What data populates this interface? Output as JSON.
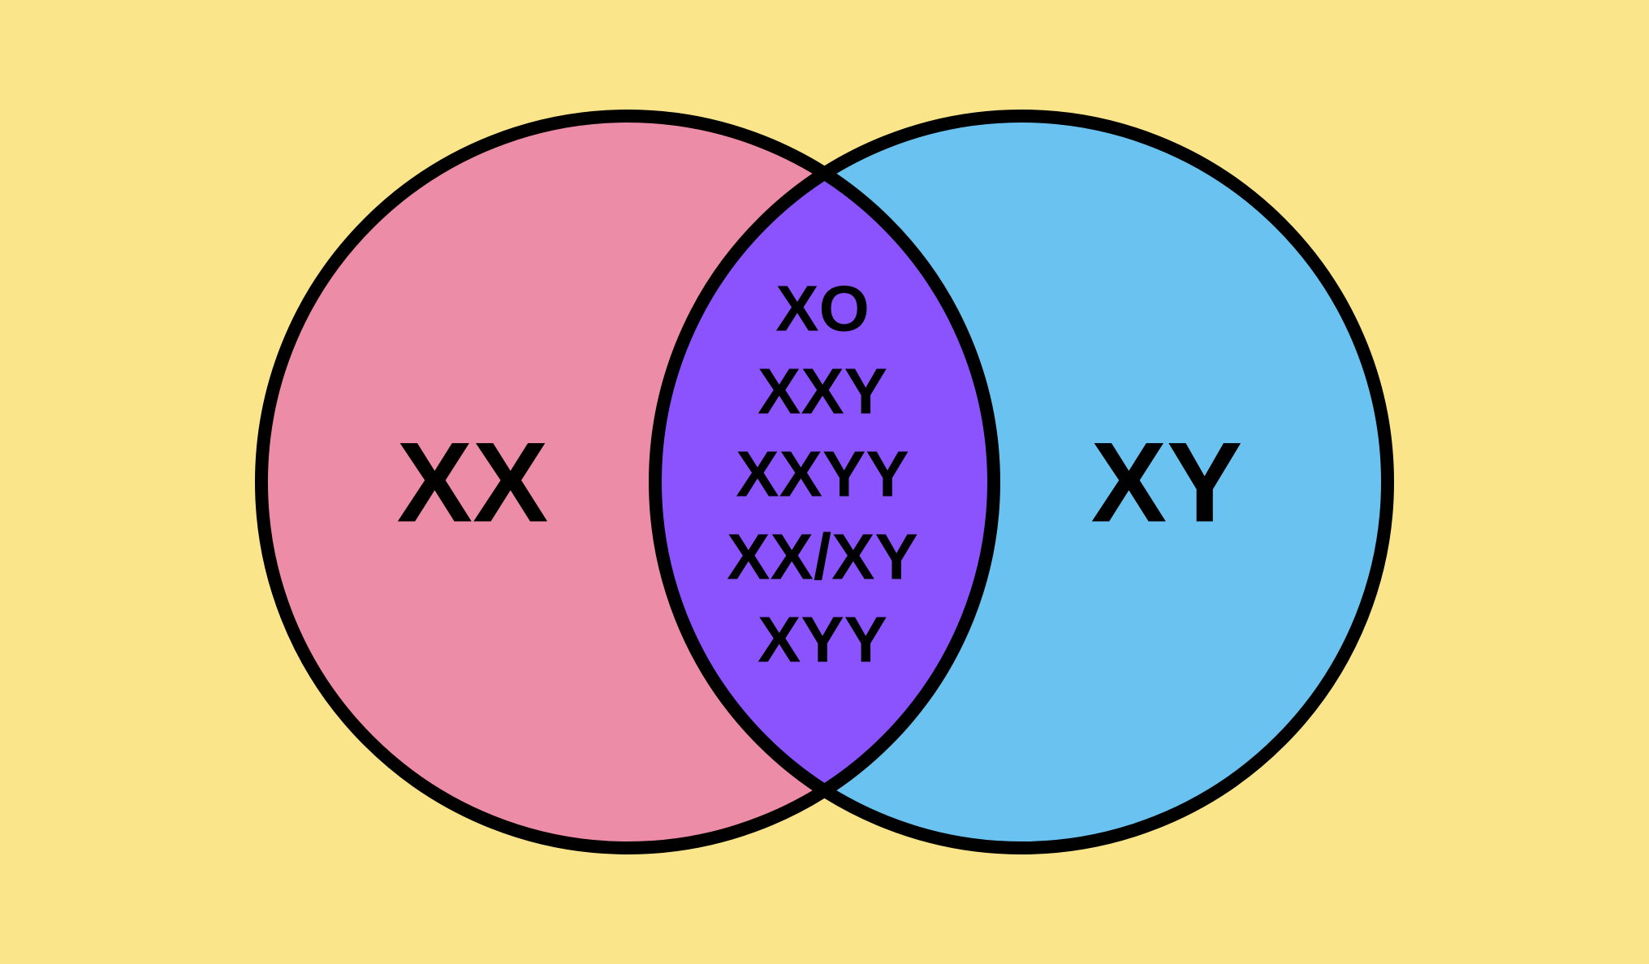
{
  "diagram": {
    "background_color": "#fae58b",
    "outline_color": "#000000",
    "left_set": {
      "label": "XX",
      "fill_color": "#ec8ca6"
    },
    "right_set": {
      "label": "XY",
      "fill_color": "#69c2f0"
    },
    "intersection": {
      "fill_color": "#8b53fd",
      "items": [
        "XO",
        "XXY",
        "XXYY",
        "XX/XY",
        "XYY"
      ]
    }
  }
}
